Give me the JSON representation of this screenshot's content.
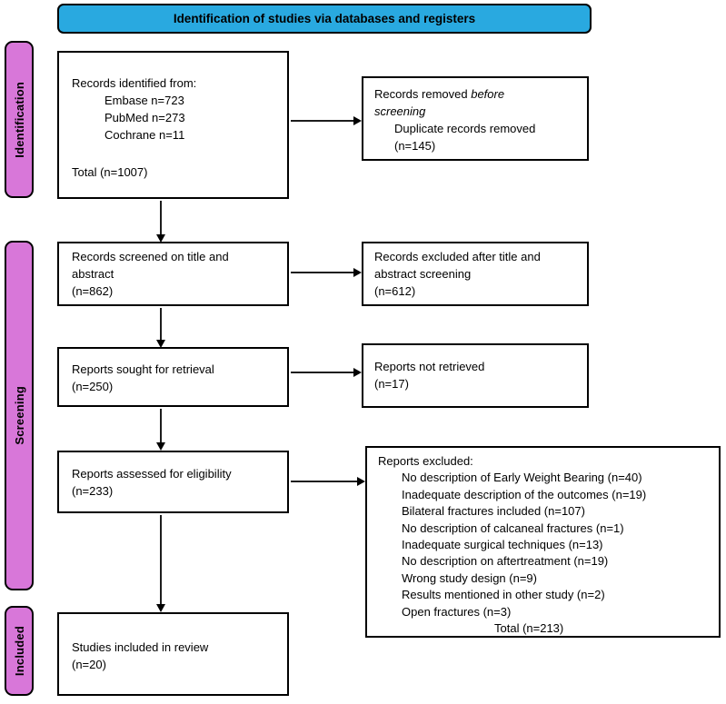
{
  "title_banner": "Identification of studies via databases and registers",
  "colors": {
    "banner_bg": "#29A9E0",
    "stage_bg": "#D877D9",
    "border": "#000000"
  },
  "stages": {
    "identification": "Identification",
    "screening": "Screening",
    "included": "Included"
  },
  "boxes": {
    "records_identified": {
      "heading": "Records identified from:",
      "sources": [
        "Embase n=723",
        "PubMed n=273",
        "Cochrane n=11"
      ],
      "total": "Total (n=1007)"
    },
    "records_removed": {
      "line1_normal": "Records removed ",
      "line1_italic": "before",
      "line2_italic": "screening",
      "detail": "Duplicate records removed",
      "count": "(n=145)"
    },
    "records_screened": {
      "lines": [
        "Records screened on title and",
        "abstract",
        "(n=862)"
      ]
    },
    "records_excluded": {
      "lines": [
        "Records excluded after title and",
        "abstract screening",
        "(n=612)"
      ]
    },
    "reports_sought": {
      "lines": [
        "Reports sought for retrieval",
        "(n=250)"
      ]
    },
    "reports_not_retrieved": {
      "lines": [
        "Reports not retrieved",
        "(n=17)"
      ]
    },
    "reports_assessed": {
      "lines": [
        "Reports assessed for eligibility",
        "(n=233)"
      ]
    },
    "reports_excluded": {
      "heading": "Reports excluded:",
      "reasons": [
        "No description of Early Weight Bearing (n=40)",
        "Inadequate description of the outcomes (n=19)",
        "Bilateral fractures included (n=107)",
        "No description of calcaneal fractures (n=1)",
        "Inadequate surgical techniques (n=13)",
        "No description on aftertreatment (n=19)",
        "Wrong study design (n=9)",
        "Results mentioned in other study (n=2)",
        "Open fractures (n=3)"
      ],
      "total": "Total (n=213)"
    },
    "studies_included": {
      "lines": [
        "Studies included in review",
        "(n=20)"
      ]
    }
  }
}
